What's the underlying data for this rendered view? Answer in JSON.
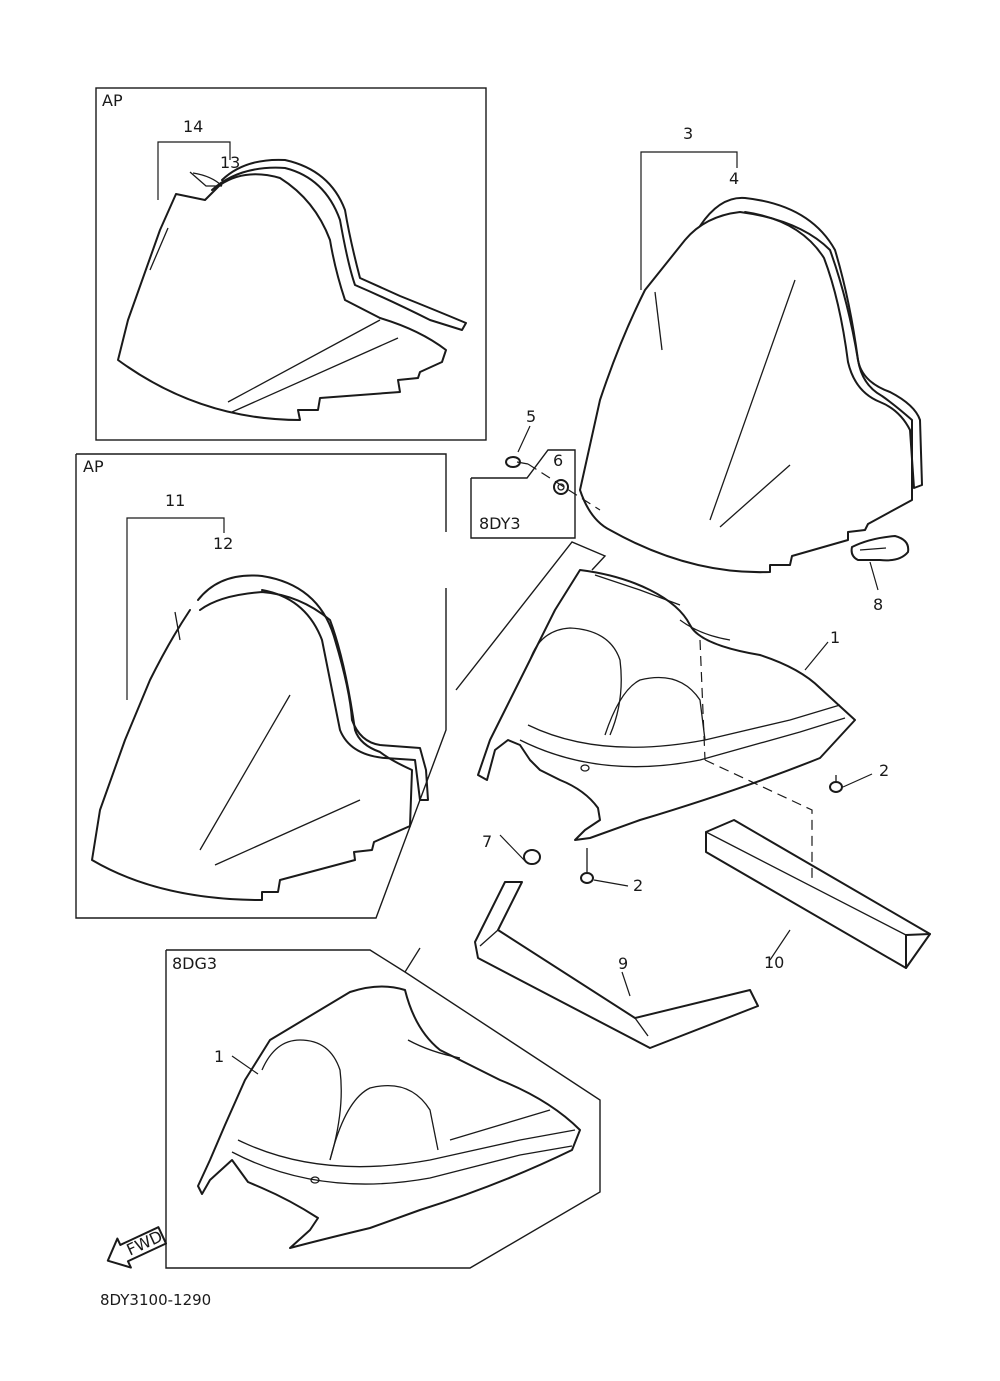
{
  "labels": {
    "ap_box_1": "AP",
    "ap_box_2": "AP",
    "box_8dy3": "8DY3",
    "box_8dg3": "8DG3",
    "fwd": "FWD",
    "diagram_code": "8DY3100-1290"
  },
  "callouts": [
    {
      "id": "1",
      "text": "1"
    },
    {
      "id": "1b",
      "text": "1"
    },
    {
      "id": "2",
      "text": "2"
    },
    {
      "id": "2b",
      "text": "2"
    },
    {
      "id": "3",
      "text": "3"
    },
    {
      "id": "4",
      "text": "4"
    },
    {
      "id": "5",
      "text": "5"
    },
    {
      "id": "6",
      "text": "6"
    },
    {
      "id": "7",
      "text": "7"
    },
    {
      "id": "8",
      "text": "8"
    },
    {
      "id": "9",
      "text": "9"
    },
    {
      "id": "10",
      "text": "10"
    },
    {
      "id": "11",
      "text": "11"
    },
    {
      "id": "12",
      "text": "12"
    },
    {
      "id": "13",
      "text": "13"
    },
    {
      "id": "14",
      "text": "14"
    }
  ]
}
